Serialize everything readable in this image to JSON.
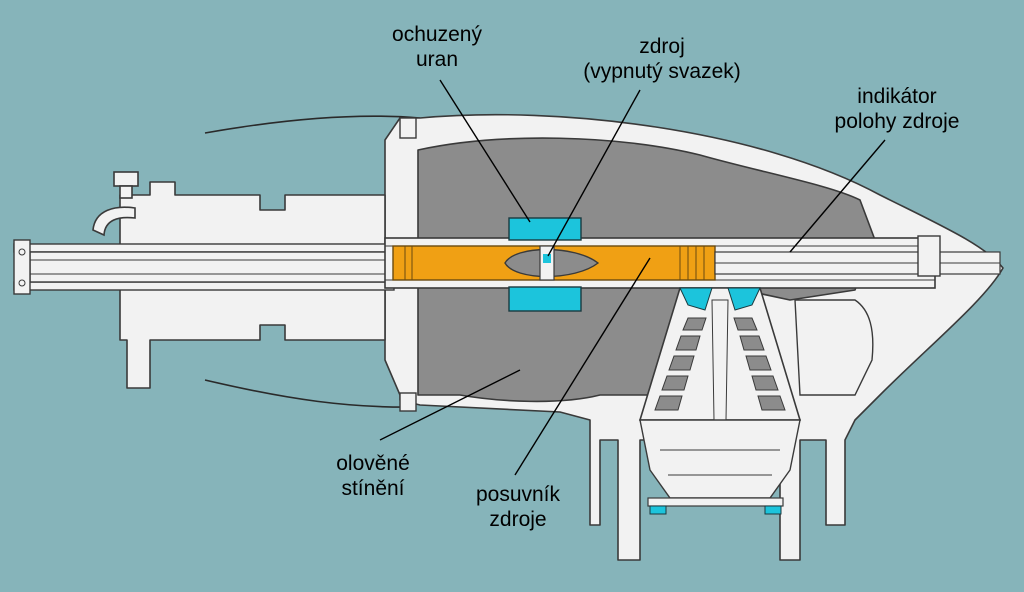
{
  "colors": {
    "background": "#86b4ba",
    "housing": "#f2f2f2",
    "outline": "#3a3a3a",
    "shield": "#8c8c8c",
    "source_holder": "#f0a014",
    "uranium": "#1cc4dc",
    "text": "#000000"
  },
  "labels": {
    "depleted_uranium": {
      "line1": "ochuzený",
      "line2": "uran"
    },
    "source": {
      "line1": "zdroj",
      "line2": "(vypnutý svazek)"
    },
    "position_indicator": {
      "line1": "indikátor",
      "line2": "polohy zdroje"
    },
    "lead_shielding": {
      "line1": "olověné",
      "line2": "stínění"
    },
    "source_slider": {
      "line1": "posuvník",
      "line2": "zdroje"
    }
  }
}
